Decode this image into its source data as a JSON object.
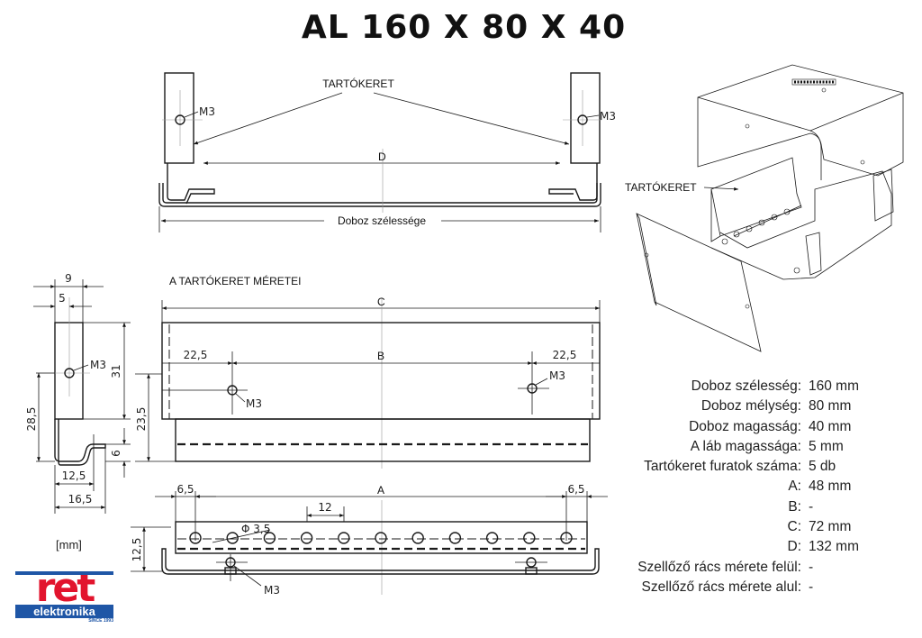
{
  "title": "AL 160 X 80 X 40",
  "labels": {
    "tartokeret": "TARTÓKERET",
    "tartokeret_3d": "TARTÓKERET",
    "doboz_szelessege": "Doboz szélessége",
    "a_tartokeret_meretei": "A TARTÓKERET MÉRETEI",
    "unit": "[mm]",
    "m3": "M3",
    "phi": "Φ 3,5"
  },
  "dimensions": {
    "D": "D",
    "C": "C",
    "B": "B",
    "A": "A",
    "b_left": "22,5",
    "b_right": "22,5",
    "a_left": "6,5",
    "a_right": "6,5",
    "pitch": "12",
    "h_23_5": "23,5",
    "h_12_5": "12,5",
    "w9": "9",
    "w5": "5",
    "h31": "31",
    "h28_5": "28,5",
    "h6": "6",
    "w12_5": "12,5",
    "w16_5": "16,5"
  },
  "specs": [
    {
      "label": "Doboz szélesség:",
      "value": "160 mm"
    },
    {
      "label": "Doboz mélység:",
      "value": "80 mm"
    },
    {
      "label": "Doboz magasság:",
      "value": "40 mm"
    },
    {
      "label": "A láb magassága:",
      "value": "5 mm"
    },
    {
      "label": "Tartókeret furatok száma:",
      "value": "5 db"
    },
    {
      "label": "A:",
      "value": "48 mm"
    },
    {
      "label": "B:",
      "value": "-"
    },
    {
      "label": "C:",
      "value": "72 mm"
    },
    {
      "label": "D:",
      "value": "132 mm"
    },
    {
      "label": "Szellőző rács mérete felül:",
      "value": "-"
    },
    {
      "label": "Szellőző rács mérete alul:",
      "value": "-"
    }
  ],
  "logo": {
    "name": "ret",
    "sub": "elektronika",
    "since": "SINCE 1993"
  },
  "colors": {
    "logo_red": "#e2142d",
    "logo_blue": "#1f56a6"
  }
}
